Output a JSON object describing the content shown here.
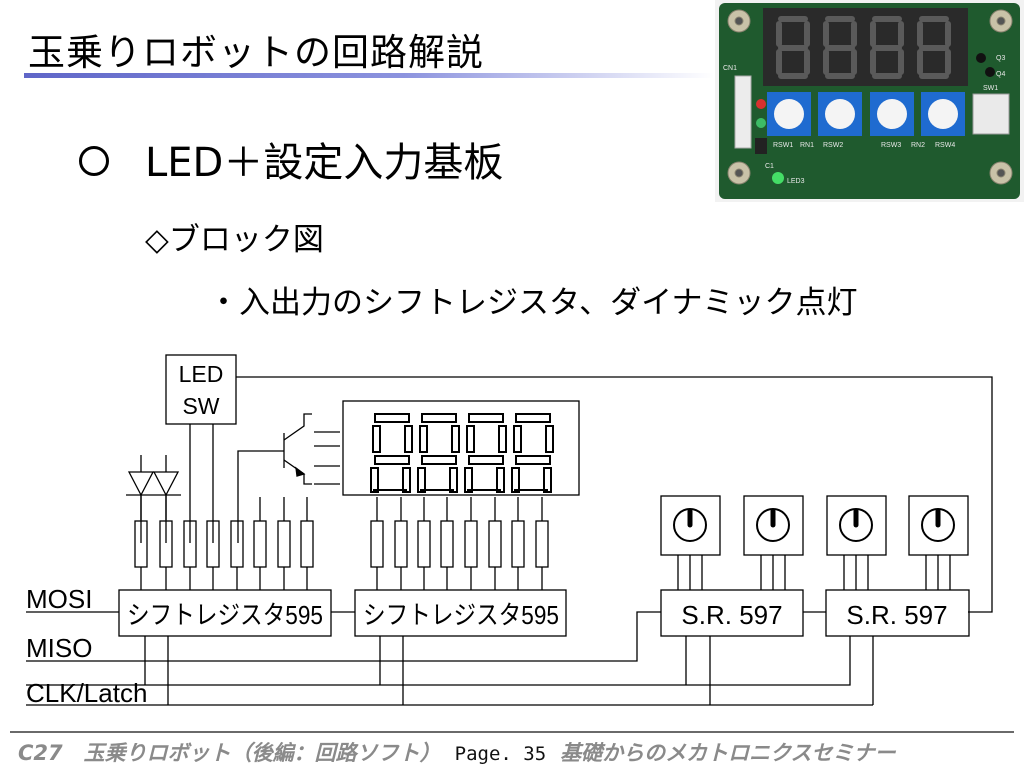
{
  "title": "玉乗りロボットの回路解説",
  "heading": "LED＋設定入力基板",
  "bullet1": "◇ブロック図",
  "bullet2": "・入出力のシフトレジスタ、ダイナミック点灯",
  "photo": {
    "labels": {
      "cn1": "CN1",
      "c1": "C1",
      "led3": "LED3",
      "sw1": "SW1",
      "q3": "Q3",
      "q4": "Q4",
      "rsw1": "RSW1",
      "rn1": "RN1",
      "rsw2": "RSW2",
      "rsw3": "RSW3",
      "rn2": "RN2",
      "rsw4": "RSW4"
    }
  },
  "diagram": {
    "led_sw_line1": "LED",
    "led_sw_line2": "SW",
    "shift_reg_1": "シフトレジスタ595",
    "shift_reg_2": "シフトレジスタ595",
    "sr597_1": "S.R. 597",
    "sr597_2": "S.R. 597",
    "signal_mosi": "MOSI",
    "signal_miso": "MISO",
    "signal_clk": "CLK/Latch"
  },
  "footer": {
    "left": "C27　玉乗りロボット（後編：回路ソフト）",
    "page": "Page. 35",
    "right": "基礎からのメカトロニクスセミナー"
  },
  "colors": {
    "title_rule": "#5f66c8",
    "pcb_green": "#1f5a2e",
    "footer_text": "#8a8a8a"
  }
}
